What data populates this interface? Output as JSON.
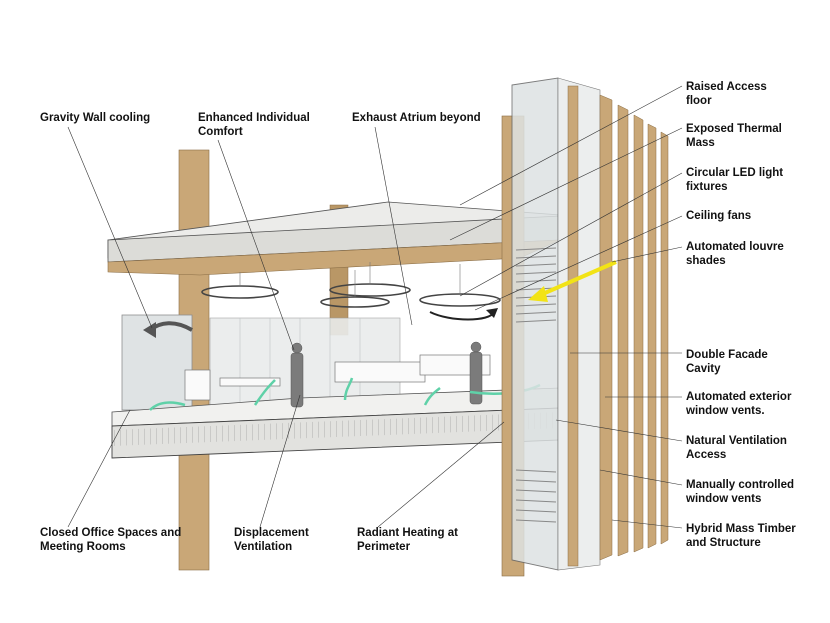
{
  "labels": {
    "gravity_wall": "Gravity Wall cooling",
    "individual_comfort": "Enhanced Individual\nComfort",
    "exhaust_atrium": "Exhaust Atrium beyond",
    "closed_office": "Closed Office Spaces and\nMeeting Rooms",
    "displacement": "Displacement\nVentilation",
    "radiant": "Radiant Heating at\nPerimeter",
    "raised_floor": "Raised Access\nfloor",
    "thermal_mass": "Exposed Thermal\nMass",
    "led": "Circular LED light\nfixtures",
    "fans": "Ceiling fans",
    "louvres": "Automated louvre\nshades",
    "double_facade": "Double Facade\nCavity",
    "exterior_vents": "Automated exterior\nwindow vents.",
    "natural_vent": "Natural Ventilation\nAccess",
    "manual_vents": "Manually controlled\nwindow vents",
    "hybrid": "Hybrid Mass Timber\nand Structure"
  },
  "colors": {
    "timber": "#c9a777",
    "timber_dark": "#a98856",
    "slab": "#e4e4e1",
    "glass": "#d4dadb",
    "airflow_green": "#5fd1a8",
    "heat_red": "#e52321",
    "sun_yellow": "#f2e316",
    "arrow_gray": "#555555"
  }
}
